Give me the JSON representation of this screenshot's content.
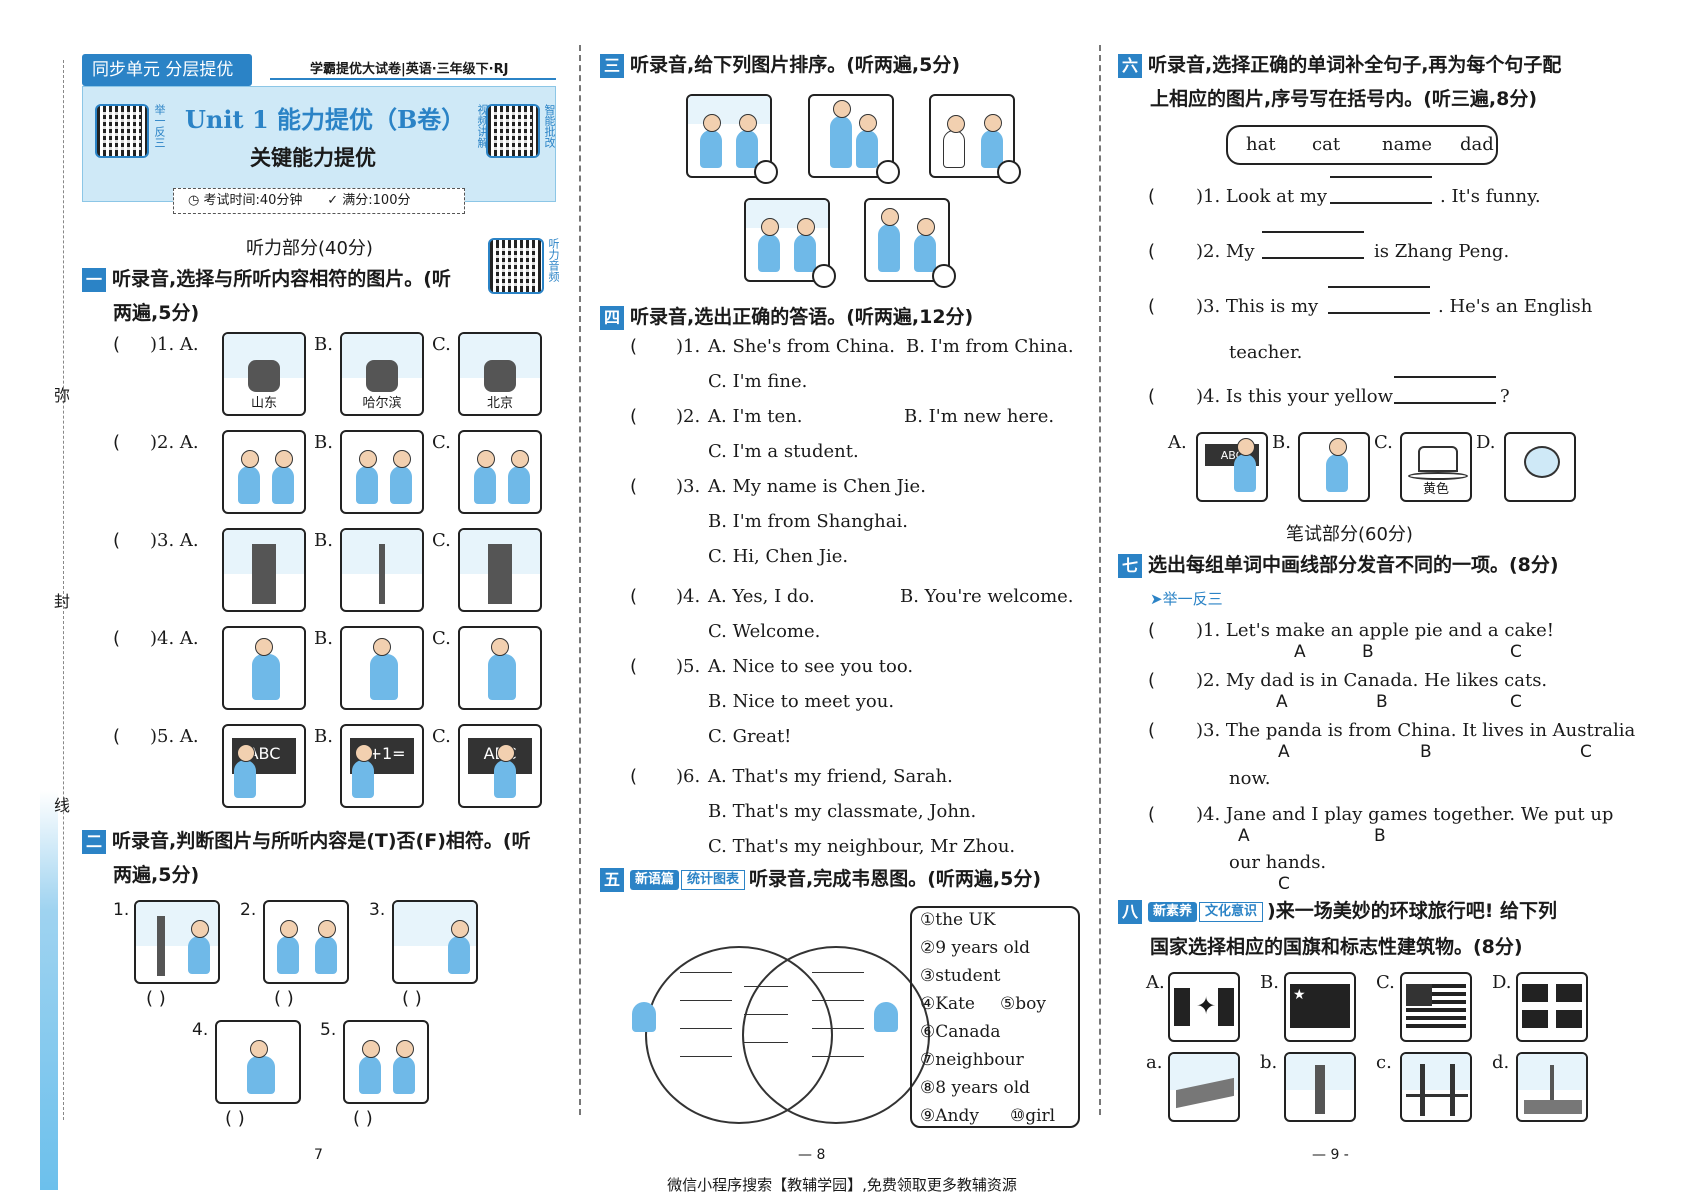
{
  "binding": {
    "chars": [
      "弥",
      "封",
      "线"
    ]
  },
  "header": {
    "tag": "同步单元 分层提优",
    "series": "学霸提优大试卷|英语·三年级下·RJ",
    "title": "Unit 1 能力提优（B卷）",
    "subtitle": "关键能力提优",
    "qr_left_label": "举一反三",
    "qr_right_label": "视频讲解",
    "qr_right_label2": "智能批改",
    "exam_time": "考试时间:40分钟",
    "full_score": "满分:100分"
  },
  "listening": {
    "title": "听力部分(40分)",
    "qr_label": "听力音频"
  },
  "s1": {
    "num": "一",
    "instruction": "听录音,选择与所听内容相符的图片。(听",
    "instruction2": "两遍,5分)",
    "items": [
      {
        "no": ")1. A.",
        "b": "B.",
        "c": "C.",
        "caps": [
          "山东",
          "哈尔滨",
          "北京"
        ]
      },
      {
        "no": ")2. A.",
        "b": "B.",
        "c": "C."
      },
      {
        "no": ")3. A.",
        "b": "B.",
        "c": "C."
      },
      {
        "no": ")4. A.",
        "b": "B.",
        "c": "C."
      },
      {
        "no": ")5. A.",
        "b": "B.",
        "c": "C.",
        "boards": [
          "ABC",
          "1+1=",
          "ABC"
        ]
      }
    ]
  },
  "s2": {
    "num": "二",
    "instruction": "听录音,判断图片与所听内容是(T)否(F)相符。(听",
    "instruction2": "两遍,5分)",
    "labels": [
      "1.",
      "2.",
      "3.",
      "4.",
      "5."
    ],
    "paren": "(     )"
  },
  "s3": {
    "num": "三",
    "instruction": "听录音,给下列图片排序。(听两遍,5分)"
  },
  "s4": {
    "num": "四",
    "instruction": "听录音,选出正确的答语。(听两遍,12分)",
    "items": [
      {
        "no": ")1.",
        "a": "A. She's from China.",
        "b": "B. I'm from China.",
        "c": "C. I'm fine."
      },
      {
        "no": ")2.",
        "a": "A. I'm ten.",
        "b": "B. I'm new here.",
        "c": "C. I'm a student."
      },
      {
        "no": ")3.",
        "a": "A. My name is Chen Jie.",
        "b": "B. I'm from Shanghai.",
        "c": "C. Hi, Chen Jie."
      },
      {
        "no": ")4.",
        "a": "A. Yes, I do.",
        "b": "B. You're welcome.",
        "c": "C. Welcome."
      },
      {
        "no": ")5.",
        "a": "A. Nice to see you too.",
        "b": "B. Nice to meet you.",
        "c": "C. Great!"
      },
      {
        "no": ")6.",
        "a": "A. That's my friend, Sarah.",
        "b": "B. That's my classmate, John.",
        "c": "C. That's my neighbour, Mr Zhou."
      }
    ]
  },
  "s5": {
    "num": "五",
    "tag1": "新语篇",
    "tag2": "统计图表",
    "instruction": "听录音,完成韦恩图。(听两遍,5分)",
    "options": [
      "①the UK",
      "②9 years old",
      "③student",
      "④Kate",
      "⑤boy",
      "⑥Canada",
      "⑦neighbour",
      "⑧8 years old",
      "⑨Andy",
      "⑩girl"
    ]
  },
  "s6": {
    "num": "六",
    "instruction": "听录音,选择正确的单词补全句子,再为每个句子配",
    "instruction2": "上相应的图片,序号写在括号内。(听三遍,8分)",
    "words": [
      "hat",
      "cat",
      "name",
      "dad"
    ],
    "sentences": [
      {
        "pre": ")1. Look at my",
        "post": ". It's funny."
      },
      {
        "pre": ")2. My",
        "post": "is Zhang Peng."
      },
      {
        "pre": ")3. This is my",
        "post": ". He's an English",
        "cont": "teacher."
      },
      {
        "pre": ")4. Is this your yellow",
        "post": "?"
      }
    ],
    "pic_labels": [
      "A.",
      "B.",
      "C.",
      "D."
    ],
    "hat_cap": "黄色",
    "board_text": "ABC"
  },
  "written": {
    "title": "笔试部分(60分)"
  },
  "s7": {
    "num": "七",
    "instruction": "选出每组单词中画线部分发音不同的一项。(8分)",
    "tip": "➤举一反三",
    "items": [
      {
        "text": ")1. Let's make an apple pie and a cake!"
      },
      {
        "text": ")2. My dad is in Canada. He likes cats."
      },
      {
        "text": ")3. The panda is from China. It lives in Australia",
        "cont": "now."
      },
      {
        "text": ")4. Jane and I play games together. We put up",
        "cont": "our hands."
      }
    ],
    "abc": [
      "A",
      "B",
      "C"
    ]
  },
  "s8": {
    "num": "八",
    "tag1": "新素养",
    "tag2": "文化意识",
    "instruction": ")来一场美妙的环球旅行吧! 给下列",
    "instruction2": "国家选择相应的国旗和标志性建筑物。(8分)",
    "upper": [
      "A.",
      "B.",
      "C.",
      "D."
    ],
    "lower": [
      "a.",
      "b.",
      "c.",
      "d."
    ]
  },
  "pages": [
    "7",
    "— 8",
    "— 9 -"
  ],
  "footer": "微信小程序搜索【教辅学园】,免费领取更多教辅资源",
  "colors": {
    "accent": "#2b83c6",
    "light": "#cfe9f7"
  }
}
